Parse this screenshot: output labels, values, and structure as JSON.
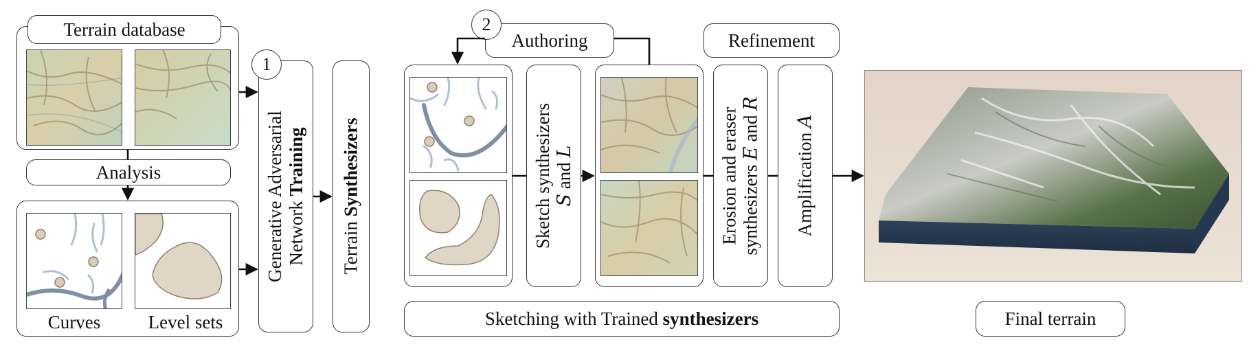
{
  "labels": {
    "terrain_database": "Terrain database",
    "analysis": "Analysis",
    "curves": "Curves",
    "level_sets": "Level sets",
    "gan_line1": "Generative Adversarial",
    "gan_line2_prefix": "Network ",
    "gan_line2_bold": "Training",
    "synth_prefix": "Terrain ",
    "synth_bold": "Synthesizers",
    "authoring": "Authoring",
    "refinement": "Refinement",
    "sketch_line1": "Sketch synthesizers",
    "sketch_line2_a": "S",
    "sketch_line2_mid": " and ",
    "sketch_line2_b": "L",
    "erosion_line1": "Erosion and eraser",
    "erosion_line2_prefix": "synthesizers ",
    "erosion_line2_a": "E",
    "erosion_line2_mid": " and ",
    "erosion_line2_b": "R",
    "amplification_prefix": "Amplification ",
    "amplification_sym": "A",
    "sketching_prefix": "Sketching with Trained ",
    "sketching_bold": "synthesizers",
    "final_terrain": "Final terrain",
    "step1": "1",
    "step2": "2"
  },
  "colors": {
    "curve_blue": "#aebfd8",
    "river": "#7f8fa6",
    "blob_fill": "#e0d6c6",
    "blob_stroke": "#8e7f70",
    "dot_fill": "#d8ccb7",
    "sky": "#e6d8cc"
  }
}
